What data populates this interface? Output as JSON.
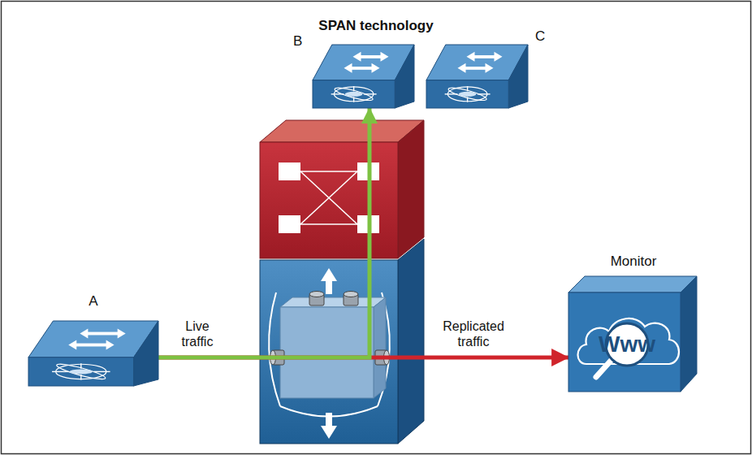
{
  "diagram": {
    "title": "SPAN technology",
    "nodes": [
      {
        "text": [
          "B"
        ]
      },
      {
        "text": [
          "C"
        ]
      },
      {
        "text": [
          "A"
        ]
      },
      {
        "text": [
          "Monitor",
          "Www"
        ]
      }
    ],
    "edges": [
      {
        "from": 2,
        "to": 0,
        "arrow": "to",
        "label": "Live traffic"
      },
      {
        "from": 2,
        "to": 3,
        "arrow": "to",
        "label": "Replicated traffic"
      }
    ]
  }
}
